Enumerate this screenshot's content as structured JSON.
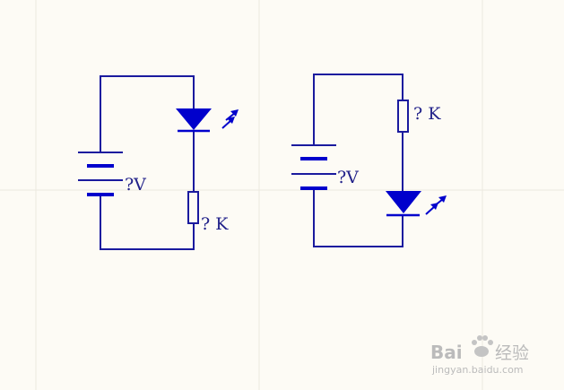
{
  "circuits": [
    {
      "battery_label": "?V",
      "resistor_label": "? K"
    },
    {
      "battery_label": "?V",
      "resistor_label": "? K"
    }
  ],
  "watermark": {
    "brand": "Bai",
    "brand_suffix": "经验",
    "url": "jingyan.baidu.com"
  },
  "colors": {
    "wire": "#1a1a9e",
    "component": "#0000cc",
    "grid": "#ebe8e0",
    "background": "#fdfbf5"
  }
}
